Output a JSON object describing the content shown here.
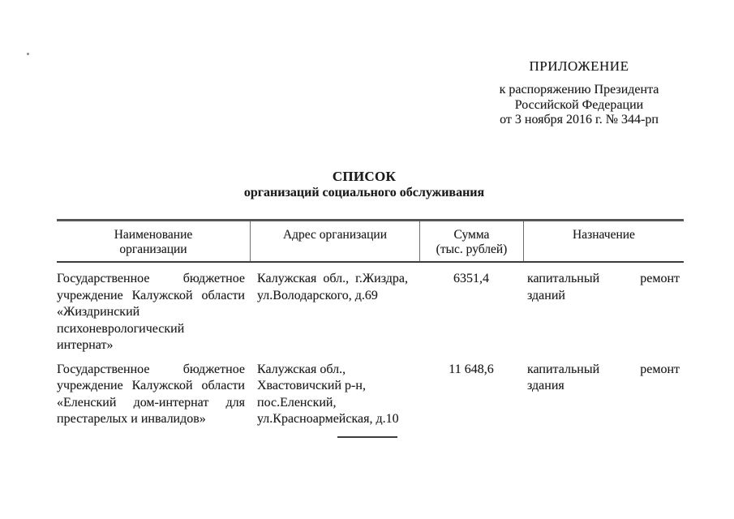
{
  "doc_header": {
    "line1": "ПРИЛОЖЕНИЕ",
    "line2": "к распоряжению Президента",
    "line3": "Российской Федерации",
    "line4": "от 3 ноября 2016 г. № 344-рп"
  },
  "title": {
    "line1": "СПИСОК",
    "line2": "организаций социального обслуживания"
  },
  "table": {
    "headers": {
      "name": "Наименование\nорганизации",
      "address": "Адрес организации",
      "sum": "Сумма\n(тыс. рублей)",
      "purpose": "Назначение"
    },
    "rows": [
      {
        "name_lines": [
          "Государственное бюджетное",
          "учреждение Калужской области",
          "«Жиздринский",
          "психоневрологический",
          "интернат»"
        ],
        "address_lines": [
          "Калужская обл., г.Жиздра,",
          "ул.Володарского, д.69"
        ],
        "sum": "6351,4",
        "purpose_lines": [
          "капитальный ремонт",
          "зданий"
        ]
      },
      {
        "name_lines": [
          "Государственное бюджетное",
          "учреждение Калужской области",
          "«Еленский дом-интернат для",
          "престарелых и инвалидов»"
        ],
        "address_lines": [
          "Калужская обл.,",
          "Хвастовичский р-н,",
          "пос.Еленский,",
          "ул.Красноармейская, д.10"
        ],
        "sum": "11 648,6",
        "purpose_lines": [
          "капитальный ремонт",
          "здания"
        ]
      }
    ]
  }
}
